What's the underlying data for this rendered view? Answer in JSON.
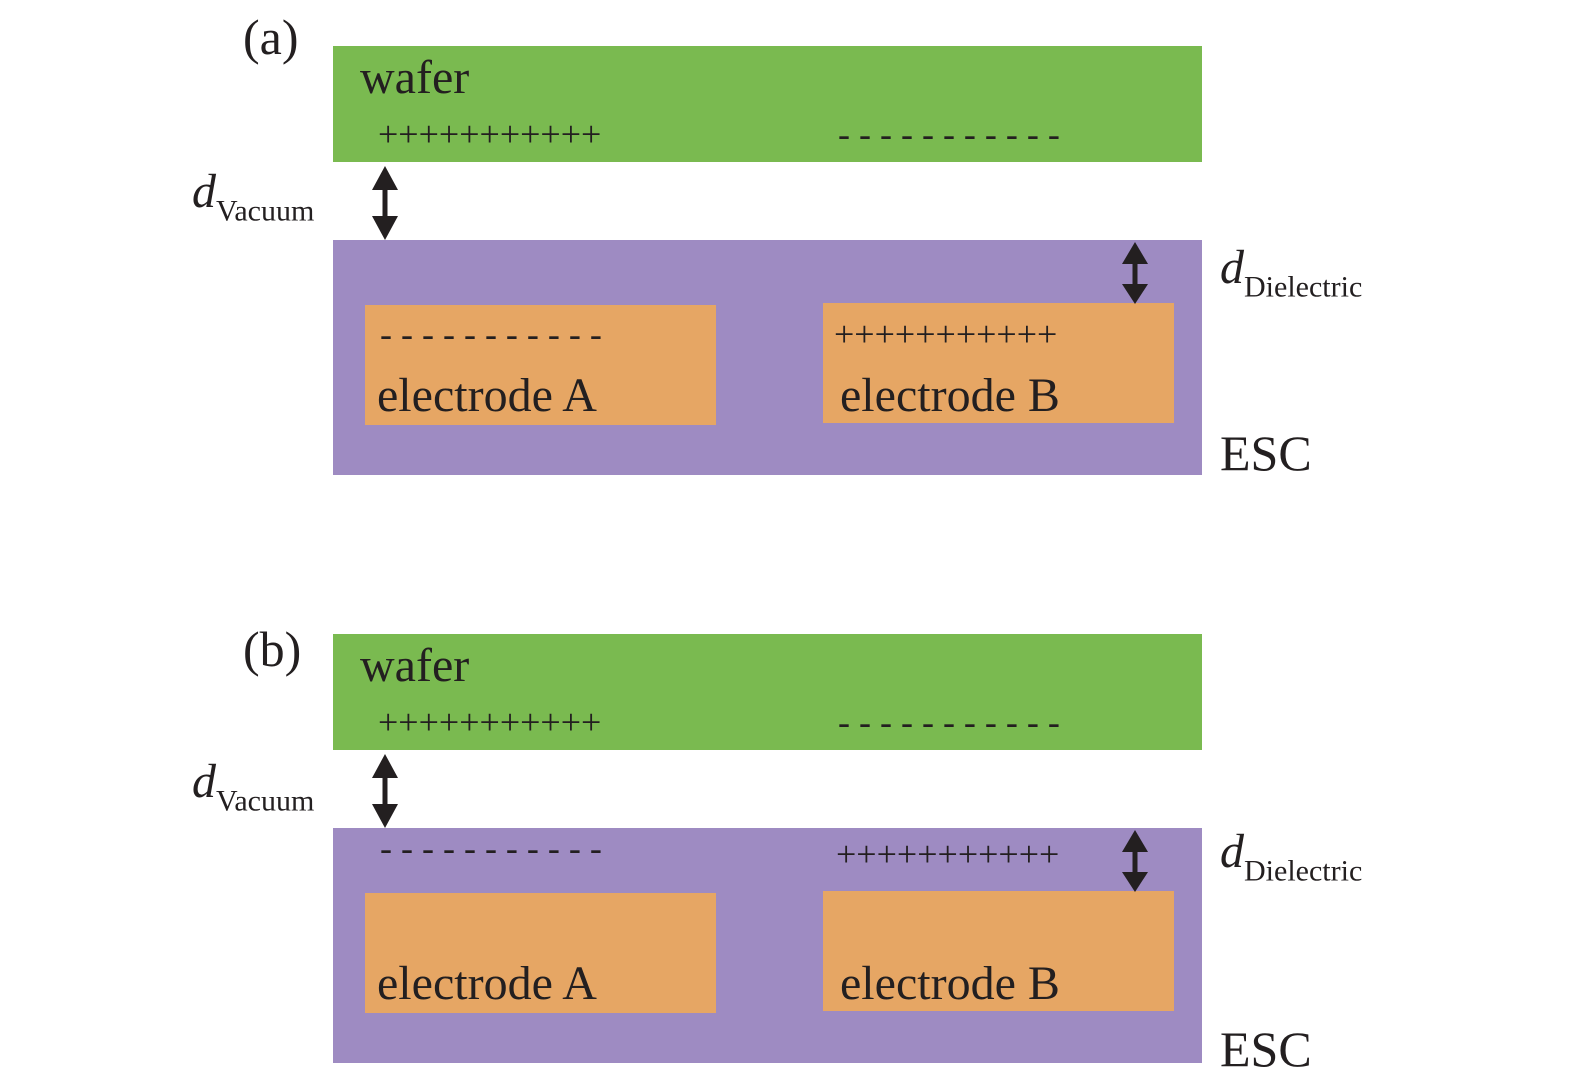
{
  "colors": {
    "wafer": "#7aba50",
    "esc": "#9e8bc2",
    "electrode": "#e6a664",
    "arrow": "#231f20"
  },
  "panels": [
    {
      "label": "(a)",
      "wafer_label": "wafer",
      "wafer_positive": "+++++++++++",
      "wafer_negative": "- - - - - - - - - - -",
      "electrode_a_label": "electrode A",
      "electrode_b_label": "electrode B",
      "electrode_a_charge": "- - - - - - - - - - -",
      "electrode_b_charge": "+++++++++++",
      "d_vacuum": "d",
      "d_vacuum_sub": "Vacuum",
      "d_dielectric": "d",
      "d_dielectric_sub": "Dielectric",
      "esc_label": "ESC"
    },
    {
      "label": "(b)",
      "wafer_label": "wafer",
      "wafer_positive": "+++++++++++",
      "wafer_negative": "- - - - - - - - - - -",
      "electrode_a_label": "electrode A",
      "electrode_b_label": "electrode B",
      "surface_a_charge": "- - - - - - - - - - -",
      "surface_b_charge": "+++++++++++",
      "d_vacuum": "d",
      "d_vacuum_sub": "Vacuum",
      "d_dielectric": "d",
      "d_dielectric_sub": "Dielectric",
      "esc_label": "ESC"
    }
  ]
}
